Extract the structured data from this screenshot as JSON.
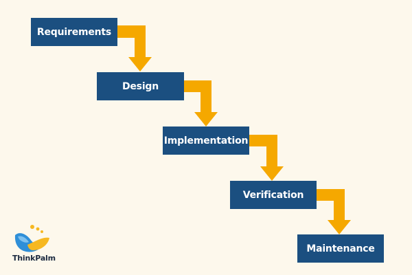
{
  "stages": [
    {
      "label": "Requirements"
    },
    {
      "label": "Design"
    },
    {
      "label": "Implementation"
    },
    {
      "label": "Verification"
    },
    {
      "label": "Maintenance"
    }
  ],
  "logo": {
    "name": "ThinkPalm",
    "icon": "thinkpalm-logo-icon"
  },
  "colors": {
    "background": "#fdf8ec",
    "box": "#1b4f80",
    "box_text": "#ffffff",
    "arrow": "#f5a800",
    "logo_blue": "#2f8fd8",
    "logo_yellow": "#f6b821"
  }
}
